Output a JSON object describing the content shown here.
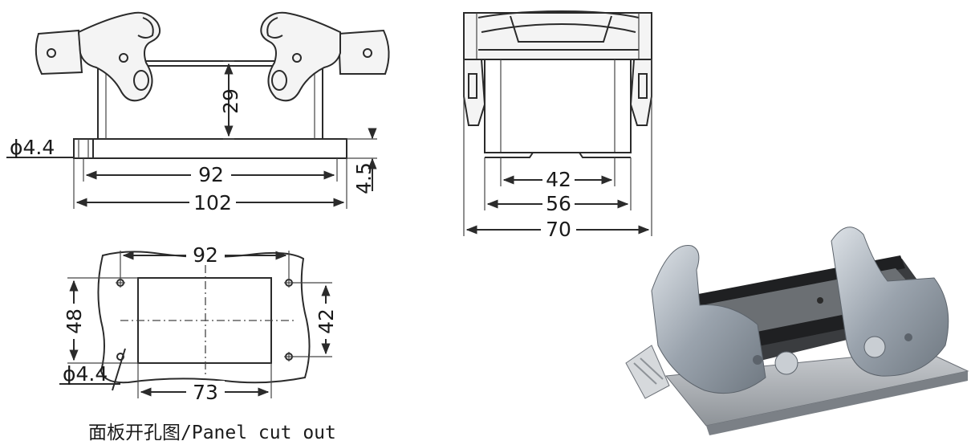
{
  "front_view": {
    "dim_height": "29",
    "dim_hole": "ϕ4.4",
    "dim_inner_width": "92",
    "dim_outer_width": "102",
    "dim_base": "4.5"
  },
  "side_view": {
    "dim_inner": "42",
    "dim_mid": "56",
    "dim_outer": "70"
  },
  "panel_cutout": {
    "dim_hole_spacing": "92",
    "dim_height": "48",
    "dim_vertical_spacing": "42",
    "dim_hole": "ϕ4.4",
    "dim_cutout_width": "73",
    "caption": "面板开孔图/Panel cut out"
  },
  "colors": {
    "line": "#2b2b2b",
    "metal": "#9aa3ad",
    "rubber": "#2a2a2a"
  }
}
